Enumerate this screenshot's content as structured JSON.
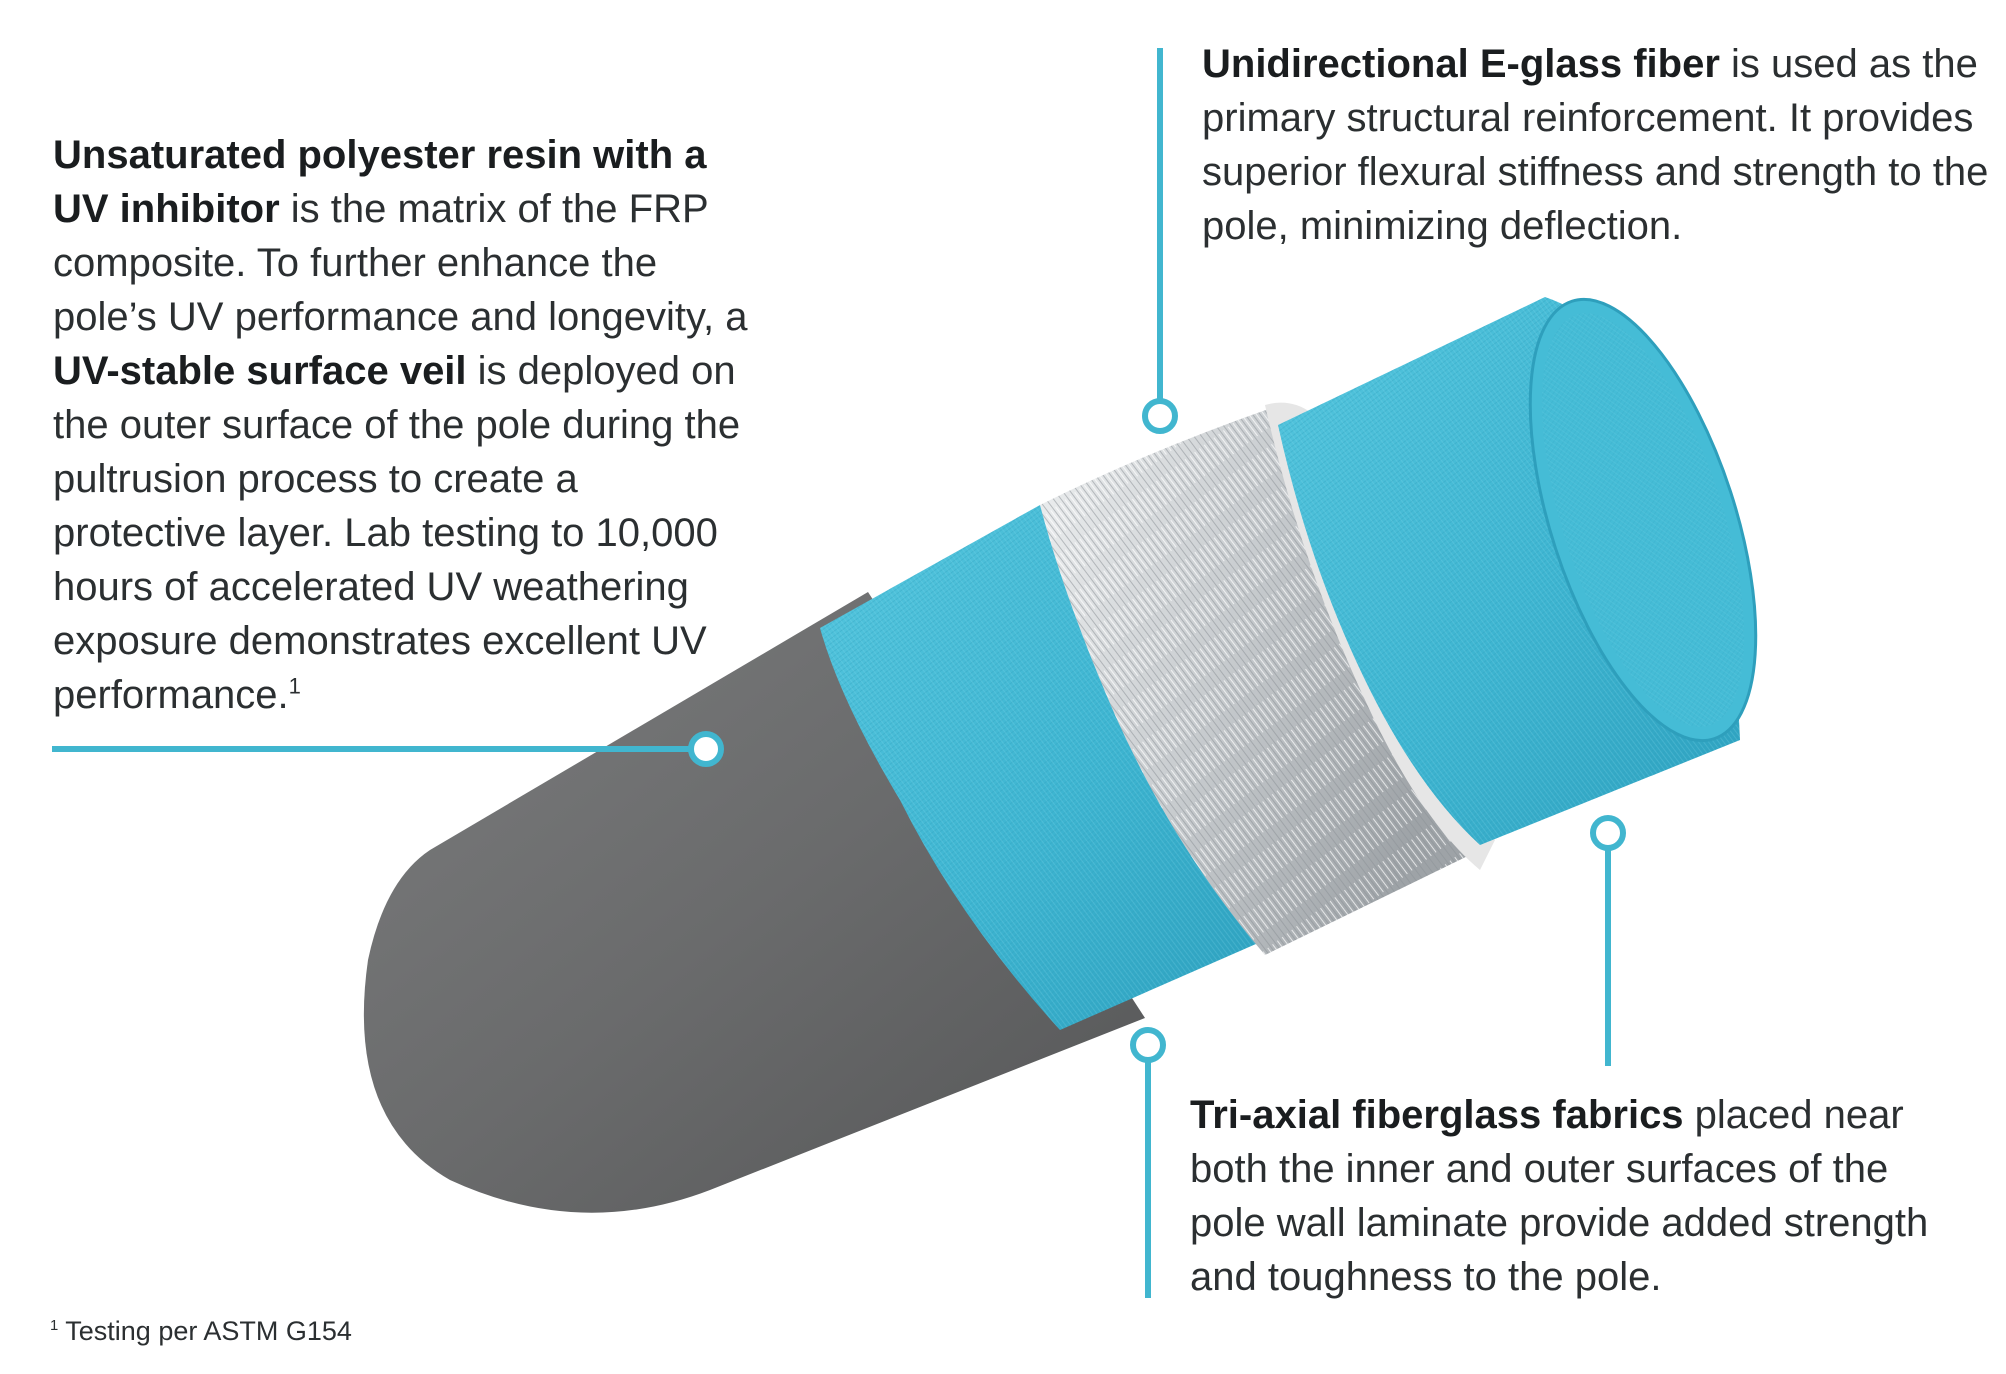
{
  "callouts": {
    "resin": {
      "bold1": "Unsaturated polyester resin with a UV inhibitor",
      "text1": " is the matrix of the FRP composite. To further enhance the pole’s UV performance and longevity, a ",
      "bold2": "UV-stable surface veil",
      "text2": " is deployed on the outer surface of the pole during the pultrusion process to create a protective layer. Lab testing to 10,000 hours of accelerated UV weathering exposure demonstrates excellent UV performance.",
      "sup": "1"
    },
    "eglass": {
      "bold": "Unidirectional E-glass fiber",
      "text": " is used as the primary structural reinforcement. It provides superior flexural stiffness and strength to the pole, minimizing deflection."
    },
    "triaxial": {
      "bold": "Tri-axial fiberglass fabrics",
      "text": " placed near both the inner and outer surfaces of the pole wall laminate provide added strength and toughness to the pole."
    }
  },
  "footnote": {
    "sup": "1",
    "text": " Testing per ASTM G154"
  },
  "colors": {
    "accent": "#41b6cf",
    "outer_surface": "#6e6f70",
    "fabric": "#3fb7d3",
    "fiber": "#cfd3d6",
    "veil_ring": "#e8e8e8"
  },
  "icons": [
    "callout-dot-icon"
  ]
}
